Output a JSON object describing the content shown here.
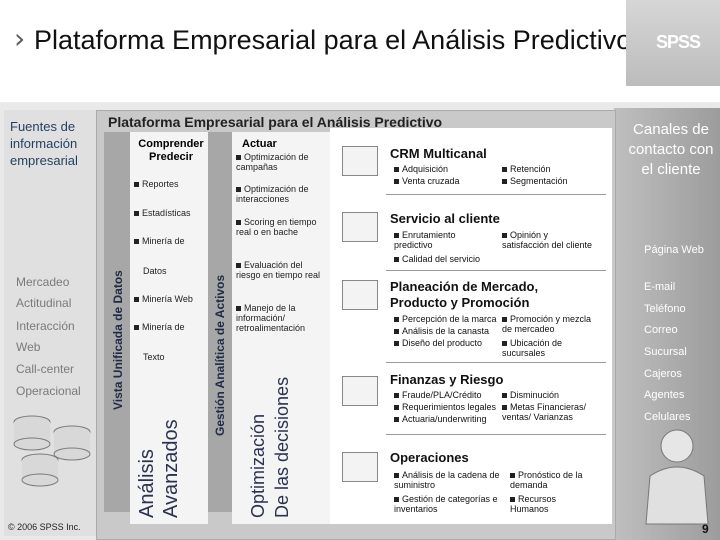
{
  "title": "Plataforma Empresarial para el Análisis Predictivo",
  "logo": "SPSS",
  "board_title": "Plataforma Empresarial para el Análisis Predictivo",
  "left": {
    "heading": "Fuentes de información empresarial",
    "sources": [
      "Mercadeo",
      "Actitudinal",
      "Interacción",
      "Web",
      "Call-center",
      "Operacional"
    ]
  },
  "copyright": "© 2006 SPSS Inc.",
  "vertical": {
    "vista": "Vista Unificada de Datos",
    "analisis1": "Análisis",
    "analisis2": "Avanzados",
    "gestion": "Gestión Analítica de Activos",
    "optim1": "Optimización",
    "optim2": "De las decisiones"
  },
  "understand": {
    "heading": "Comprender Predecir",
    "items": [
      "Reportes",
      "Estadísticas",
      "Minería de",
      "Datos",
      "Minería Web",
      "Minería de",
      "Texto"
    ]
  },
  "act": {
    "heading": "Actuar",
    "items": [
      "Optimización de campañas",
      "Optimización de interacciones",
      "Scoring en tiempo real o en bache",
      "Evaluación del riesgo en tiempo real",
      "Manejo de la información/ retroalimentación"
    ]
  },
  "sections": {
    "crm": {
      "title": "CRM Multicanal",
      "items": [
        "Adquisición",
        "Venta cruzada",
        "Retención",
        "Segmentación"
      ]
    },
    "service": {
      "title": "Servicio al cliente",
      "items": [
        "Enrutamiento predictivo",
        "Calidad del servicio",
        "Opinión y satisfacción del cliente"
      ]
    },
    "planning": {
      "title": "Planeación de Mercado, Producto y Promoción",
      "items": [
        "Percepción de la marca",
        "Análisis de la canasta",
        "Diseño del producto",
        "Promoción y mezcla de mercadeo",
        "Ubicación de sucursales"
      ]
    },
    "finance": {
      "title": "Finanzas y Riesgo",
      "items": [
        "Fraude/PLA/Crédito",
        "Requerimientos legales",
        "Actuaria/underwriting",
        "Disminución",
        "Metas Financieras/ ventas/ Varianzas"
      ]
    },
    "ops": {
      "title": "Operaciones",
      "items": [
        "Análisis de la cadena de suministro",
        "Gestión de categorías e inventarios",
        "Pronóstico de la demanda",
        "Recursos Humanos"
      ]
    }
  },
  "channels": {
    "heading": "Canales de contacto con el cliente",
    "items": [
      "Página Web",
      "E-mail",
      "Teléfono",
      "Correo",
      "Sucursal",
      "Cajeros",
      "Agentes",
      "Celulares"
    ]
  },
  "page_number": "9"
}
